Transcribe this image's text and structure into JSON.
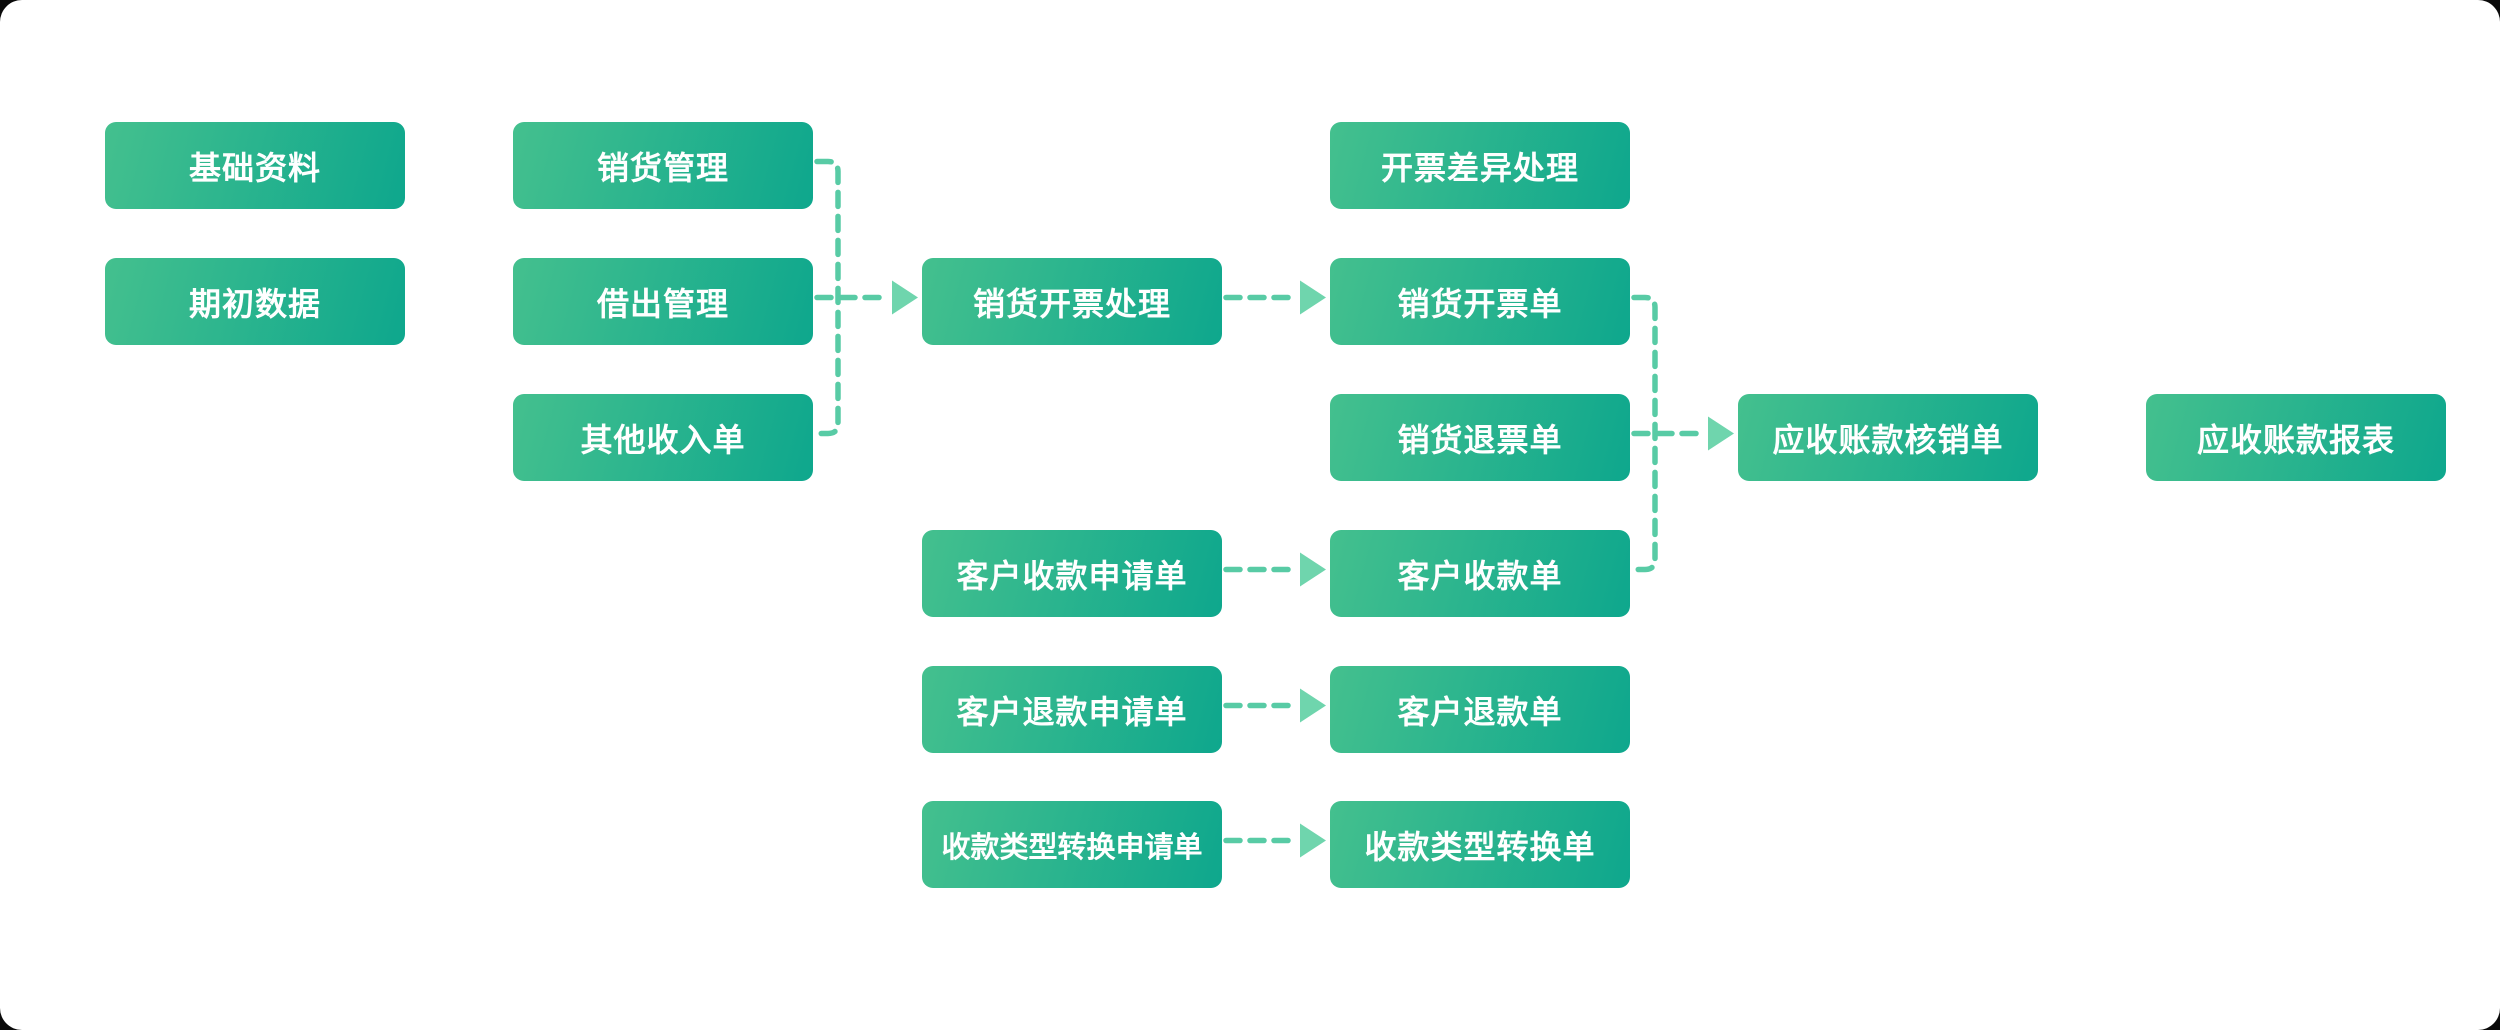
{
  "diagram": {
    "nodes": [
      {
        "id": "base-data",
        "label": "基础资料",
        "col": 0,
        "row": 0
      },
      {
        "id": "opening-data",
        "label": "期初数据",
        "col": 0,
        "row": 1
      },
      {
        "id": "sales-management",
        "label": "销货管理",
        "col": 1,
        "row": 0
      },
      {
        "id": "lend-management",
        "label": "借出管理",
        "col": 1,
        "row": 1
      },
      {
        "id": "other-income-order",
        "label": "其他收入单",
        "col": 1,
        "row": 2
      },
      {
        "id": "sales-invoicing-process",
        "label": "销货开票处理",
        "col": 2,
        "row": 1
      },
      {
        "id": "customer-receipt-request",
        "label": "客户收款申请单",
        "col": 2,
        "row": 3
      },
      {
        "id": "customer-refund-request",
        "label": "客户退款申请单",
        "col": 2,
        "row": 4
      },
      {
        "id": "receipt-type-conversion-request",
        "label": "收款类型转换申请单",
        "col": 2,
        "row": 5
      },
      {
        "id": "invoicing-diff-process",
        "label": "开票差异处理",
        "col": 3,
        "row": 0
      },
      {
        "id": "sales-invoice",
        "label": "销货开票单",
        "col": 3,
        "row": 1
      },
      {
        "id": "sales-invoice-refund",
        "label": "销货退票单",
        "col": 3,
        "row": 2
      },
      {
        "id": "customer-receipt",
        "label": "客户收款单",
        "col": 3,
        "row": 3
      },
      {
        "id": "customer-refund",
        "label": "客户退款单",
        "col": 3,
        "row": 4
      },
      {
        "id": "receipt-type-conversion",
        "label": "收款类型转换单",
        "col": 3,
        "row": 5
      },
      {
        "id": "ar-writeoff",
        "label": "应收账款核销单",
        "col": 4,
        "row": 2
      },
      {
        "id": "ar-report",
        "label": "应收账款报表",
        "col": 5,
        "row": 2
      }
    ],
    "edges": [
      {
        "from": "sales-management",
        "to": "other-income-order",
        "style": "bracket"
      },
      {
        "from": "lend-management",
        "to": "sales-invoicing-process",
        "style": "arrow"
      },
      {
        "from": "sales-invoicing-process",
        "to": "sales-invoice",
        "style": "arrow"
      },
      {
        "from": "sales-invoice",
        "to": "customer-receipt",
        "style": "bracket"
      },
      {
        "from": "sales-invoice-refund",
        "to": "ar-writeoff",
        "style": "arrow"
      },
      {
        "from": "customer-receipt-request",
        "to": "customer-receipt",
        "style": "arrow"
      },
      {
        "from": "customer-refund-request",
        "to": "customer-refund",
        "style": "arrow"
      },
      {
        "from": "receipt-type-conversion-request",
        "to": "receipt-type-conversion",
        "style": "arrow"
      }
    ],
    "colors": {
      "node_gradient_start": "#44c08e",
      "node_gradient_end": "#0ea78d",
      "connector": "#58cba5",
      "arrowhead": "#6fd5ad",
      "node_text": "#ffffff",
      "canvas_bg": "#ffffff",
      "page_bg": "#0a0a0a"
    }
  }
}
